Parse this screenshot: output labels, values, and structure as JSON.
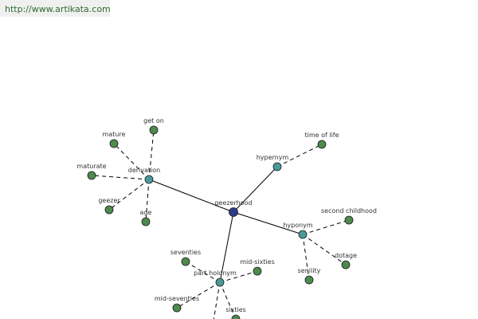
{
  "header": {
    "url": "http://www.artikata.com"
  },
  "colors": {
    "root_node": "#2e3a8c",
    "relation_node": "#4a9a9a",
    "term_node": "#4e8a4e",
    "edge": "#000000"
  },
  "graph": {
    "root": {
      "id": "geezerhood",
      "label": "geezerhood"
    },
    "relations": [
      {
        "id": "derivation",
        "label": "derivation",
        "terms": [
          "get on",
          "mature",
          "maturate",
          "geezer",
          "age"
        ]
      },
      {
        "id": "hypernym",
        "label": "hypernym",
        "terms": [
          "time of life"
        ]
      },
      {
        "id": "hyponym",
        "label": "hyponym",
        "terms": [
          "second childhood",
          "dotage",
          "senility"
        ]
      },
      {
        "id": "part-holonym",
        "label": "part holonym",
        "terms": [
          "seventies",
          "mid-sixties",
          "mid-seventies",
          "sixties",
          ""
        ]
      }
    ]
  }
}
